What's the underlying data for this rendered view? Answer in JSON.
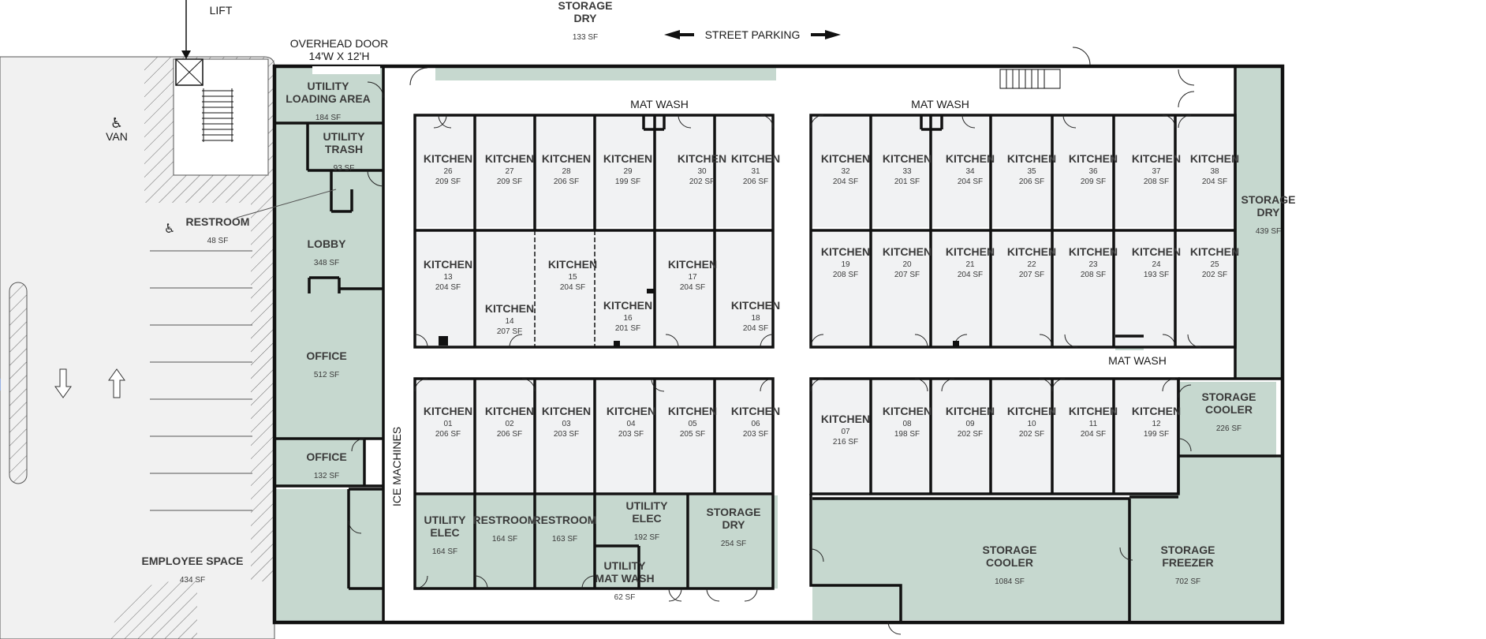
{
  "annotations": {
    "lift": "LIFT",
    "overhead_door_line1": "OVERHEAD DOOR",
    "overhead_door_line2": "14'W X 12'H",
    "street_parking": "STREET PARKING",
    "van": "VAN",
    "mat_wash": "MAT WASH",
    "ice_machines": "ICE MACHINES"
  },
  "kitchen_label": "KITCHEN",
  "kitchens": [
    {
      "num": "26",
      "sf": "209 SF"
    },
    {
      "num": "27",
      "sf": "209 SF"
    },
    {
      "num": "28",
      "sf": "206 SF"
    },
    {
      "num": "29",
      "sf": "199 SF"
    },
    {
      "num": "30",
      "sf": "202 SF"
    },
    {
      "num": "31",
      "sf": "206 SF"
    },
    {
      "num": "32",
      "sf": "204 SF"
    },
    {
      "num": "33",
      "sf": "201 SF"
    },
    {
      "num": "34",
      "sf": "204 SF"
    },
    {
      "num": "35",
      "sf": "206 SF"
    },
    {
      "num": "36",
      "sf": "209 SF"
    },
    {
      "num": "37",
      "sf": "208 SF"
    },
    {
      "num": "38",
      "sf": "204 SF"
    },
    {
      "num": "13",
      "sf": "204 SF"
    },
    {
      "num": "14",
      "sf": "207 SF"
    },
    {
      "num": "15",
      "sf": "204 SF"
    },
    {
      "num": "16",
      "sf": "201 SF"
    },
    {
      "num": "17",
      "sf": "204 SF"
    },
    {
      "num": "18",
      "sf": "204 SF"
    },
    {
      "num": "19",
      "sf": "208 SF"
    },
    {
      "num": "20",
      "sf": "207 SF"
    },
    {
      "num": "21",
      "sf": "204 SF"
    },
    {
      "num": "22",
      "sf": "207 SF"
    },
    {
      "num": "23",
      "sf": "208 SF"
    },
    {
      "num": "24",
      "sf": "193 SF"
    },
    {
      "num": "25",
      "sf": "202 SF"
    },
    {
      "num": "01",
      "sf": "206 SF"
    },
    {
      "num": "02",
      "sf": "206 SF"
    },
    {
      "num": "03",
      "sf": "203 SF"
    },
    {
      "num": "04",
      "sf": "203 SF"
    },
    {
      "num": "05",
      "sf": "205 SF"
    },
    {
      "num": "06",
      "sf": "203 SF"
    },
    {
      "num": "07",
      "sf": "216 SF"
    },
    {
      "num": "08",
      "sf": "198 SF"
    },
    {
      "num": "09",
      "sf": "202 SF"
    },
    {
      "num": "10",
      "sf": "202 SF"
    },
    {
      "num": "11",
      "sf": "204 SF"
    },
    {
      "num": "12",
      "sf": "199 SF"
    }
  ],
  "rooms": [
    {
      "line1": "STORAGE",
      "line2": "DRY",
      "sf": "133 SF"
    },
    {
      "line1": "UTILITY",
      "line2": "LOADING AREA",
      "sf": "184 SF"
    },
    {
      "line1": "UTILITY",
      "line2": "TRASH",
      "sf": "93 SF"
    },
    {
      "line1": "RESTROOM",
      "line2": "",
      "sf": "48 SF"
    },
    {
      "line1": "LOBBY",
      "line2": "",
      "sf": "348 SF"
    },
    {
      "line1": "OFFICE",
      "line2": "",
      "sf": "512 SF"
    },
    {
      "line1": "OFFICE",
      "line2": "",
      "sf": "132 SF"
    },
    {
      "line1": "EMPLOYEE SPACE",
      "line2": "",
      "sf": "434 SF"
    },
    {
      "line1": "UTILITY",
      "line2": "ELEC",
      "sf": "164 SF"
    },
    {
      "line1": "RESTROOM",
      "line2": "",
      "sf": "164 SF"
    },
    {
      "line1": "RESTROOM",
      "line2": "",
      "sf": "163 SF"
    },
    {
      "line1": "UTILITY",
      "line2": "ELEC",
      "sf": "192 SF"
    },
    {
      "line1": "UTILITY",
      "line2": "MAT WASH",
      "sf": "62 SF"
    },
    {
      "line1": "STORAGE",
      "line2": "DRY",
      "sf": "254 SF"
    },
    {
      "line1": "STORAGE",
      "line2": "DRY",
      "sf": "439 SF"
    },
    {
      "line1": "STORAGE",
      "line2": "COOLER",
      "sf": "226 SF"
    },
    {
      "line1": "STORAGE",
      "line2": "COOLER",
      "sf": "1084 SF"
    },
    {
      "line1": "STORAGE",
      "line2": "FREEZER",
      "sf": "702 SF"
    }
  ],
  "colors": {
    "service_room_fill": "#c6d8cf",
    "kitchen_fill": "#f1f2f3",
    "wall": "#111111",
    "ground": "#f1f1f1",
    "hatch": "#666666"
  }
}
